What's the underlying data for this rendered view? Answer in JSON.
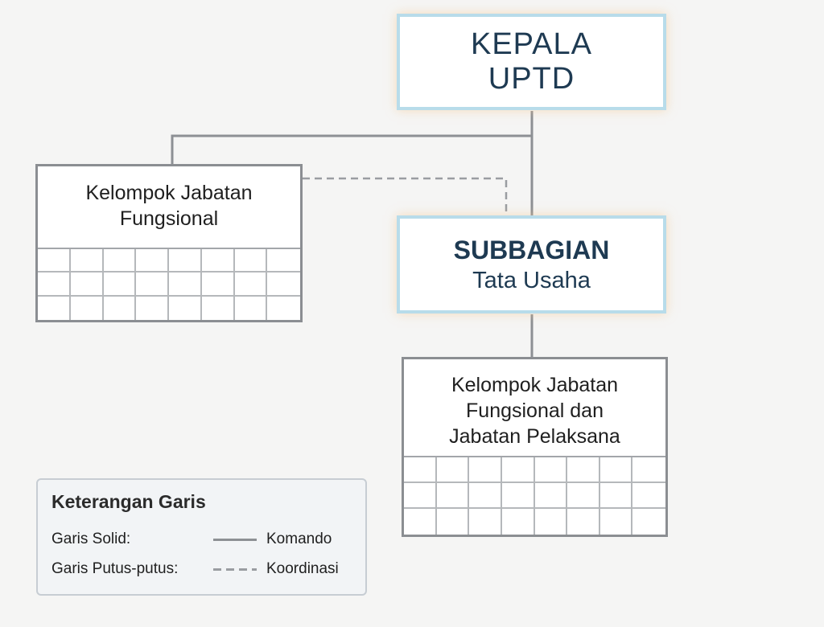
{
  "nodes": {
    "kepala": {
      "line1": "KEPALA",
      "line2": "UPTD"
    },
    "subbagian": {
      "line1": "SUBBAGIAN",
      "line2": "Tata Usaha"
    },
    "kelompok_fungsional": {
      "line1": "Kelompok Jabatan",
      "line2": "Fungsional"
    },
    "kelompok_pelaksana": {
      "line1": "Kelompok Jabatan",
      "line2": "Fungsional dan",
      "line3": "Jabatan Pelaksana"
    }
  },
  "legend": {
    "title": "Keterangan Garis",
    "rows": [
      {
        "label": "Garis Solid:",
        "meaning": "Komando",
        "style": "solid"
      },
      {
        "label": "Garis Putus-putus:",
        "meaning": "Koordinasi",
        "style": "dashed"
      }
    ]
  },
  "colors": {
    "head_border": "#b8dcea",
    "head_text": "#1e3a52",
    "group_border": "#8b8e92",
    "connector": "#8d9094",
    "background": "#f5f5f4"
  }
}
